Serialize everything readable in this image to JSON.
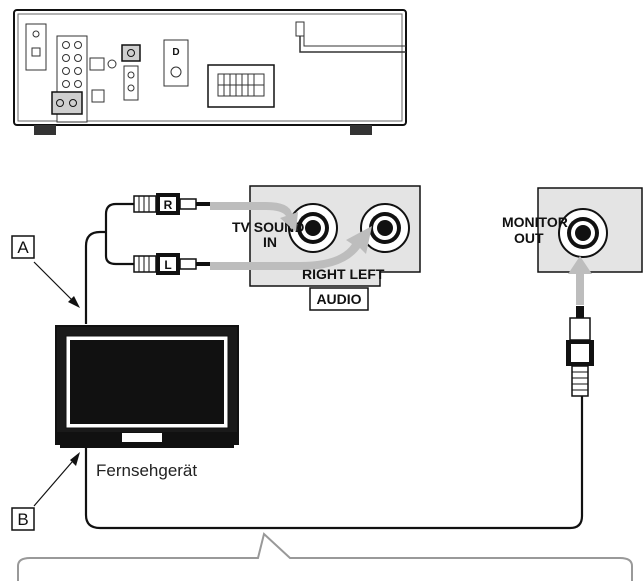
{
  "callouts": {
    "a": "A",
    "b": "B"
  },
  "plug_labels": {
    "right": "R",
    "left": "L"
  },
  "audio_panel": {
    "input_label_line1": "TV SOUND",
    "input_label_line2": "IN",
    "channel_labels": "RIGHT LEFT",
    "panel_title": "AUDIO"
  },
  "monitor_panel": {
    "label_line1": "MONITOR",
    "label_line2": "OUT"
  },
  "tv": {
    "caption": "Fernsehgerät"
  },
  "device_panel_icon": "D",
  "colors": {
    "panel": "#e4e4e4",
    "arrow": "#bdbdbd",
    "line": "#111111"
  }
}
